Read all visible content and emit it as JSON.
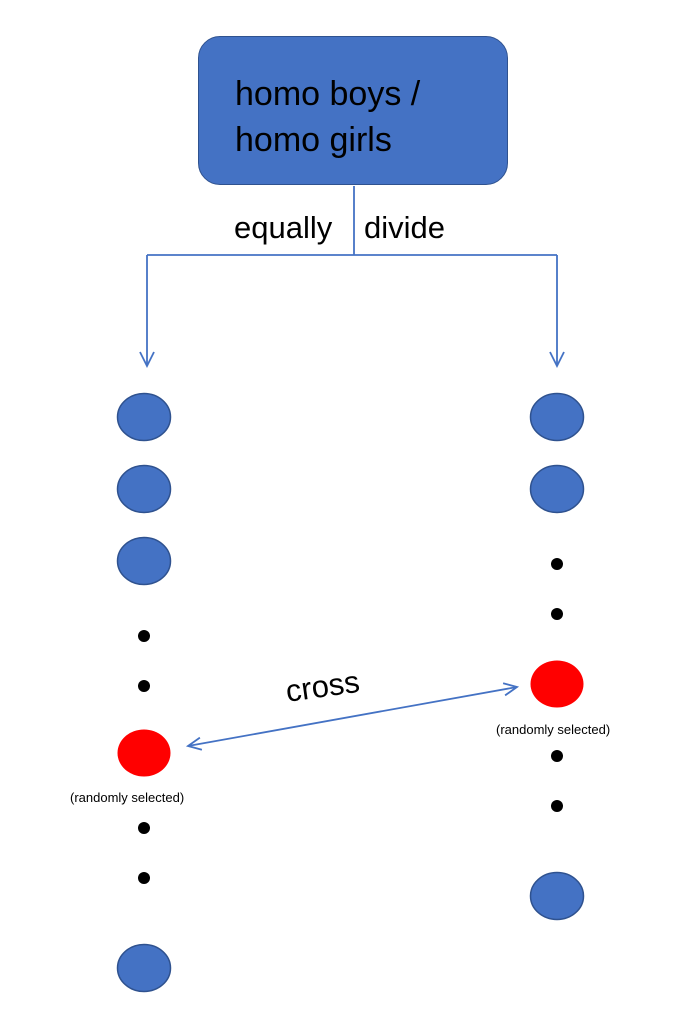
{
  "source": {
    "lines": [
      "homo boys /",
      "homo girls"
    ]
  },
  "split_labels": {
    "left": "equally",
    "right": "divide"
  },
  "cross_label": "cross",
  "notes": {
    "left": "(randomly selected)",
    "right": "(randomly selected)"
  },
  "columns": {
    "left": [
      "individual",
      "individual",
      "individual",
      "dot",
      "dot",
      "selected",
      "dot",
      "dot",
      "individual"
    ],
    "right": [
      "individual",
      "individual",
      "dot",
      "dot",
      "selected",
      "dot",
      "dot",
      "individual"
    ]
  },
  "colors": {
    "individual": "#4472c4",
    "individual_border": "#2f528f",
    "selected": "#ff0000",
    "connector": "#4472c4",
    "dot": "#000000"
  }
}
